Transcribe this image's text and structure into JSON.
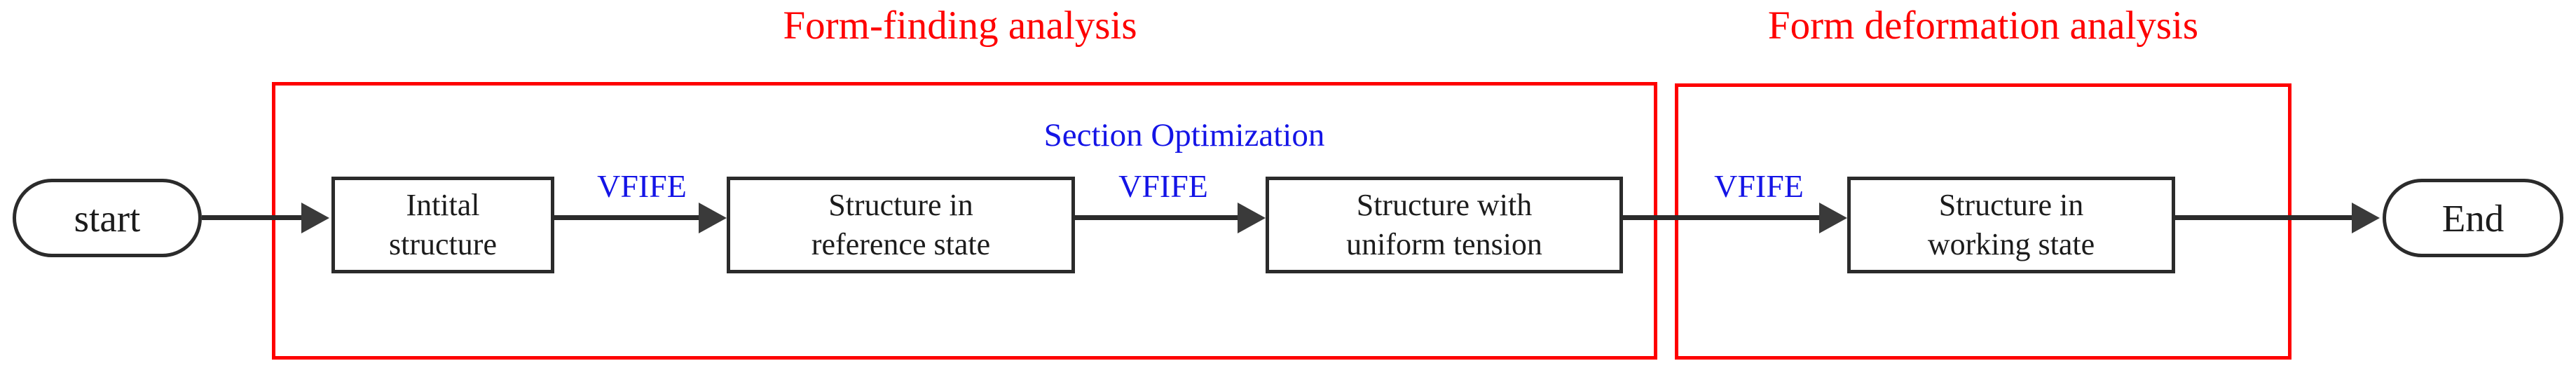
{
  "diagram": {
    "title": "Form-finding and form deformation analysis flowchart",
    "colors": {
      "group_frame": "#fe0000",
      "group_title": "#fe0000",
      "annotation": "#1414e6",
      "edge_label": "#1414e6",
      "node_border": "#2b2b2b",
      "node_text": "#1c1c1c",
      "background": "#ffffff"
    },
    "groups": [
      {
        "id": "form-finding",
        "title": "Form-finding analysis"
      },
      {
        "id": "form-deformation",
        "title": "Form deformation analysis"
      }
    ],
    "annotations": [
      {
        "id": "section-optimization",
        "text": "Section Optimization"
      }
    ],
    "nodes": [
      {
        "id": "start",
        "type": "terminator",
        "label": "start"
      },
      {
        "id": "initial-structure",
        "type": "process",
        "line1": "Intital",
        "line2": "structure"
      },
      {
        "id": "reference-state",
        "type": "process",
        "line1": "Structure in",
        "line2": "reference state"
      },
      {
        "id": "uniform-tension",
        "type": "process",
        "line1": "Structure with",
        "line2": "uniform tension"
      },
      {
        "id": "working-state",
        "type": "process",
        "line1": "Structure in",
        "line2": "working state"
      },
      {
        "id": "end",
        "type": "terminator",
        "label": "End"
      }
    ],
    "edges": [
      {
        "id": "start-to-initial",
        "from": "start",
        "to": "initial-structure",
        "label": ""
      },
      {
        "id": "initial-to-reference",
        "from": "initial-structure",
        "to": "reference-state",
        "label": "VFIFE"
      },
      {
        "id": "reference-to-uniform",
        "from": "reference-state",
        "to": "uniform-tension",
        "label": "VFIFE"
      },
      {
        "id": "uniform-to-working",
        "from": "uniform-tension",
        "to": "working-state",
        "label": "VFIFE"
      },
      {
        "id": "working-to-end",
        "from": "working-state",
        "to": "end",
        "label": ""
      }
    ]
  }
}
